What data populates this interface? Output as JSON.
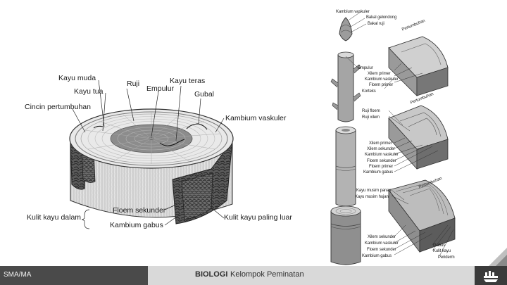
{
  "trunk_labels": {
    "kayu_muda": "Kayu muda",
    "kayu_tua": "Kayu tua",
    "cincin": "Cincin pertumbuhan",
    "ruji": "Ruji",
    "empulur": "Empulur",
    "kayu_teras": "Kayu teras",
    "gubal": "Gubal",
    "kambium_vaskuler": "Kambium vaskuler",
    "kulit_kayu_dalam": "Kulit kayu dalam",
    "floem_sekunder": "Floem sekunder",
    "kambium_gabus": "Kambium gabus",
    "kulit_kayu_paling_luar": "Kulit kayu paling luar"
  },
  "stem_labels": {
    "kambium_vaskuler": "Kambium vaskuler",
    "bakal_gelondong": "Bakal gelondong",
    "bakal_ruji": "Bakal ruji",
    "pertumbuhan1": "Pertumbuhan",
    "empulur": "Empulur",
    "xilem_primer": "Xilem primer",
    "kambium_vaskuler2": "Kambium vaskuler",
    "floem_primer": "Floem primer",
    "korteks": "Korteks",
    "pertumbuhan2": "Pertumbuhan",
    "ruji_floem": "Ruji floem",
    "ruji_xilem": "Ruji xilem",
    "xilem_primer2": "Xilem primer",
    "xilem_sekunder": "Xilem sekunder",
    "kambium_vaskuler3": "Kambium vaskuler",
    "floem_sekunder": "Floem sekunder",
    "floem_primer2": "Floem primer",
    "kambium_gabus": "Kambium gabus",
    "pertumbuhan3": "Pertumbuhan",
    "kayu_musim_panas": "Kayu musim panas",
    "kayu_musim_hujan": "Kayu musim hujan",
    "xilem_sekunder2": "Xilem sekunder",
    "kambium_vaskuler4": "Kambium vaskuler",
    "floem_sekunder2": "Floem sekunder",
    "kambium_gabus2": "Kambium gabus",
    "gabus": "Gabus",
    "kulit_kayu": "Kulit kayu",
    "periderm": "Periderm"
  },
  "footer": {
    "level": "SMA/MA",
    "subject_bold": "BIOLOGI",
    "subject_rest": "Kelompok Peminatan"
  },
  "colors": {
    "footer_left": "#4a4a4a",
    "footer_mid": "#d9d9d9",
    "footer_right": "#3b3b3b"
  }
}
